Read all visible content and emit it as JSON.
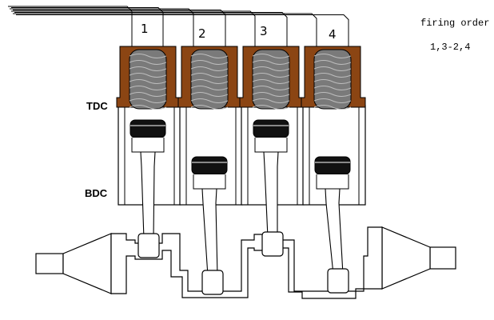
{
  "diagram": {
    "cylinders": [
      {
        "number": "1",
        "piston_position": "TDC"
      },
      {
        "number": "2",
        "piston_position": "BDC"
      },
      {
        "number": "3",
        "piston_position": "TDC"
      },
      {
        "number": "4",
        "piston_position": "BDC"
      }
    ],
    "labels": {
      "tdc": "TDC",
      "bdc": "BDC"
    },
    "firing_order": {
      "title": "firing order",
      "sequence": "1,3-2,4"
    },
    "colors": {
      "head": "#8b4513",
      "combustion": "#7a7a7a",
      "piston": "#111111",
      "line": "#000000",
      "background": "#ffffff"
    }
  }
}
